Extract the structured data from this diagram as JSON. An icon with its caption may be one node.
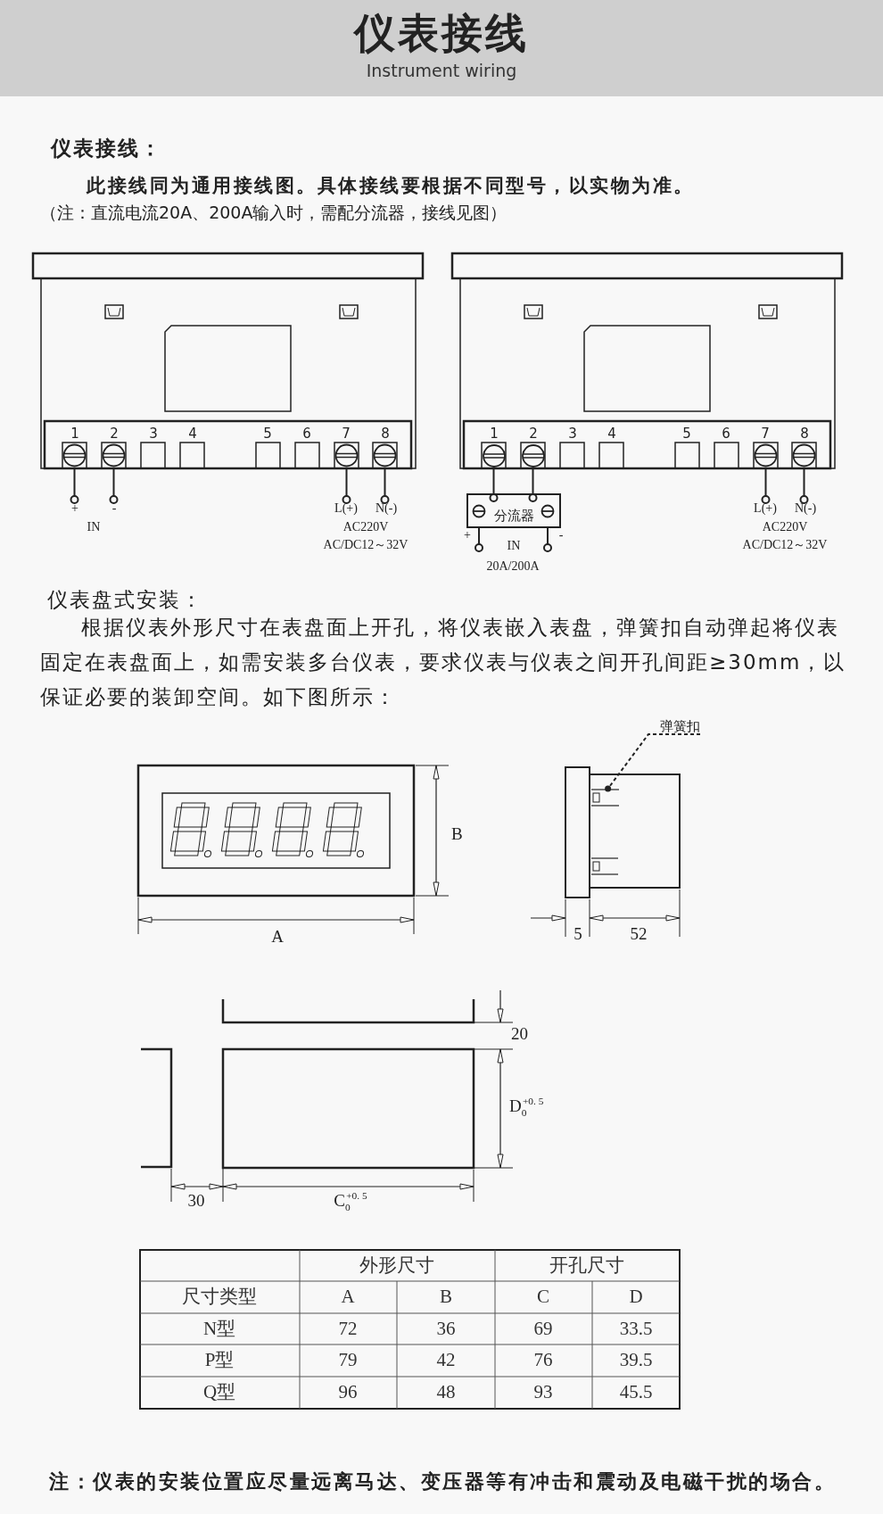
{
  "diagram": {
    "title": "仪表接线",
    "nodes": [
      {
        "text": [],
        "shape": "circle"
      },
      {
        "text": [],
        "shape": "circle"
      },
      {
        "text": [
          "分流器"
        ]
      },
      {
        "text": [
          "弹簧扣"
        ]
      },
      {
        "text": [],
        "shape": "box"
      }
    ],
    "edges": [
      {
        "from": 0,
        "to": 2,
        "arrow": "other"
      },
      {
        "from": 1,
        "to": 2,
        "arrow": "other"
      },
      {
        "from": 3,
        "to": 4,
        "arrow": "other",
        "style": "dashed"
      }
    ],
    "labels": [
      "Instrument wiring",
      "仪表接线：",
      "此接线同为通用接线图。具体接线要根据不同型号，以实物为准。",
      "（注：直流电流20A、200A输入时，需配分流器，接线见图）",
      "1",
      "2",
      "3",
      "4",
      "5",
      "6",
      "7",
      "8",
      "+",
      "-",
      "IN",
      "L(+)",
      "N(-)",
      "AC220V",
      "AC/DC12～32V",
      "1",
      "2",
      "3",
      "4",
      "5",
      "6",
      "7",
      "8",
      "+",
      "-",
      "IN",
      "20A/200A",
      "L(+)",
      "N(-)",
      "AC220V",
      "AC/DC12～32V",
      "仪表盘式安装：",
      "根据仪表外形尺寸在表盘面上开孔，将仪表嵌入表盘，弹簧扣自动弹起将仪表固定在表盘面上，如需安装多台仪表，要求仪表与仪表之间开孔间距≥30mm，以保证必要的装卸空间。如下图所示：",
      "B",
      "A",
      "5",
      "52",
      "20",
      "D$_{0}$$^{+0. 5}$",
      "30",
      "C$_{0}$$^{+0. 5}$",
      "外形尺寸",
      "开孔尺寸",
      "尺寸类型",
      "A",
      "B",
      "C",
      "D",
      "N型",
      "72",
      "36",
      "69",
      "33.5",
      "P型",
      "79",
      "42",
      "76",
      "39.5",
      "Q型",
      "96",
      "48",
      "93",
      "45.5",
      "注：仪表的安装位置应尽量远离马达、变压器等有冲击和震动及电磁干扰的场合。"
    ]
  }
}
